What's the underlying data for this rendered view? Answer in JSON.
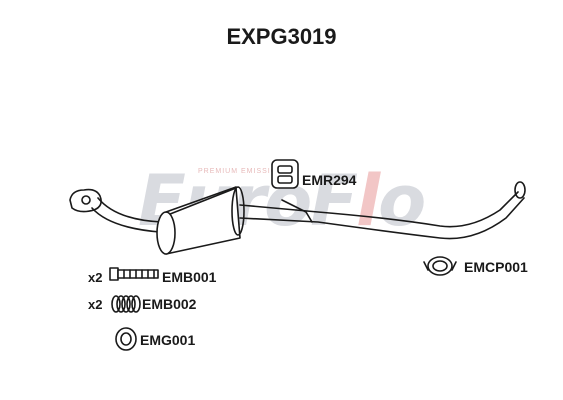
{
  "title": "EXPG3019",
  "watermark": {
    "brand_main": "EuroF",
    "brand_accent": "l",
    "brand_tail": "o",
    "tagline": "PREMIUM EMISSION"
  },
  "parts": {
    "mounting_rubber": {
      "code": "EMR294"
    },
    "clamp": {
      "code": "EMCP001"
    },
    "bolt": {
      "code": "EMB001",
      "qty": "x2"
    },
    "spring": {
      "code": "EMB002",
      "qty": "x2"
    },
    "gasket": {
      "code": "EMG001"
    }
  }
}
